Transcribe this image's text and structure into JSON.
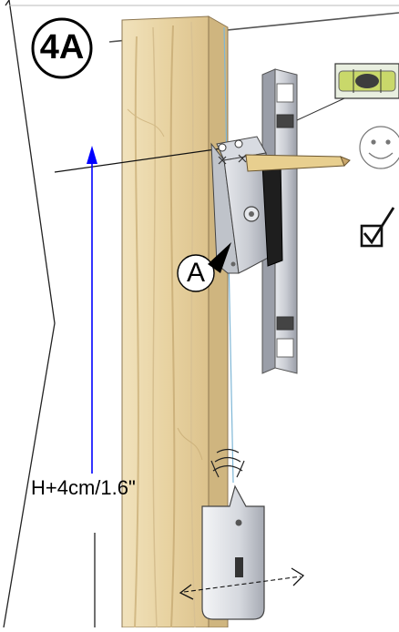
{
  "step": {
    "label": "4A"
  },
  "marker": {
    "label": "A"
  },
  "measurement": {
    "label": "H+4cm/1.6\""
  },
  "icons": [
    "smiley-face-icon",
    "checked-checkbox-icon",
    "spirit-level-bubble-icon",
    "sway-motion-icon",
    "double-arrow-icon",
    "up-arrow-icon"
  ],
  "colors": {
    "wood": "#e9d6a8",
    "wood_grain": "#cdb27c",
    "metal": "#c9ccd3",
    "plumb_line": "#7fb7d6",
    "arrow_blue": "#0000ff",
    "bubble": "#b5c94a"
  }
}
